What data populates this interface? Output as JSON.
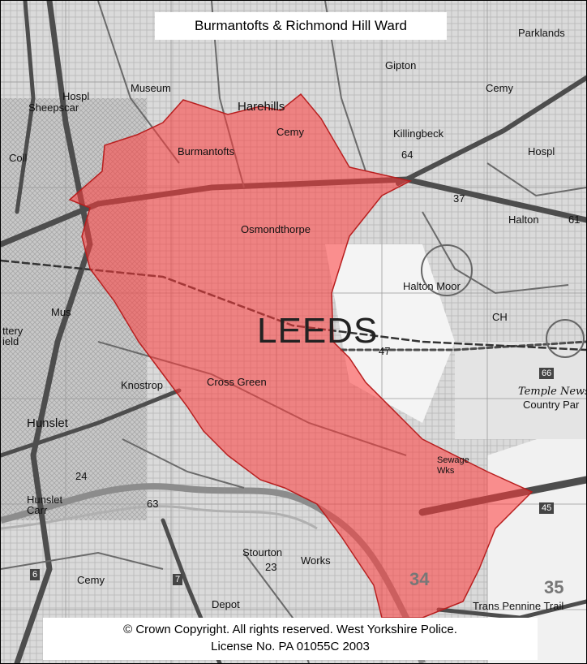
{
  "map": {
    "title": "Burmantofts & Richmond Hill Ward",
    "copyright_line1": "© Crown Copyright. All rights reserved. West Yorkshire Police.",
    "copyright_line2": "License No. PA 01055C  2003",
    "ward_fill_color": "#ff3b3b",
    "labels": {
      "parklands": "Parklands",
      "gipton": "Gipton",
      "museum": "Museum",
      "hospl_top": "Hospl",
      "sheepscar": "Sheepscar",
      "harehills": "Harehills",
      "cemy_top": "Cemy",
      "cemy_right": "Cemy",
      "killingbeck": "Killingbeck",
      "burmantofts": "Burmantofts",
      "hospl_right": "Hospl",
      "coll": "Coll",
      "halton": "Halton",
      "osmondthorpe": "Osmondthorpe",
      "halton_moor": "Halton Moor",
      "mus": "Mus",
      "leeds": "LEEDS",
      "ch": "CH",
      "pottery_field": "ttery\nield",
      "cross_green": "Cross Green",
      "knostrop": "Knostrop",
      "temple_newsam": "Temple Newsam",
      "country_park": "Country Par",
      "hunslet": "Hunslet",
      "sewage_wks": "Sewage\nWks",
      "hunslet_carr": "Hunslet\nCarr",
      "stourton": "Stourton",
      "works": "Works",
      "cemy_bottom": "Cemy",
      "depot": "Depot",
      "trans_pennine_trail": "Trans Pennine Trail",
      "grid_34": "34",
      "grid_35": "35"
    },
    "road_numbers": {
      "r37": "37",
      "r47": "47",
      "r64": "64",
      "r24": "24",
      "r23": "23",
      "r63": "63",
      "r61": "61",
      "j45": "45",
      "j66": "66",
      "j6": "6",
      "j7": "7"
    }
  }
}
